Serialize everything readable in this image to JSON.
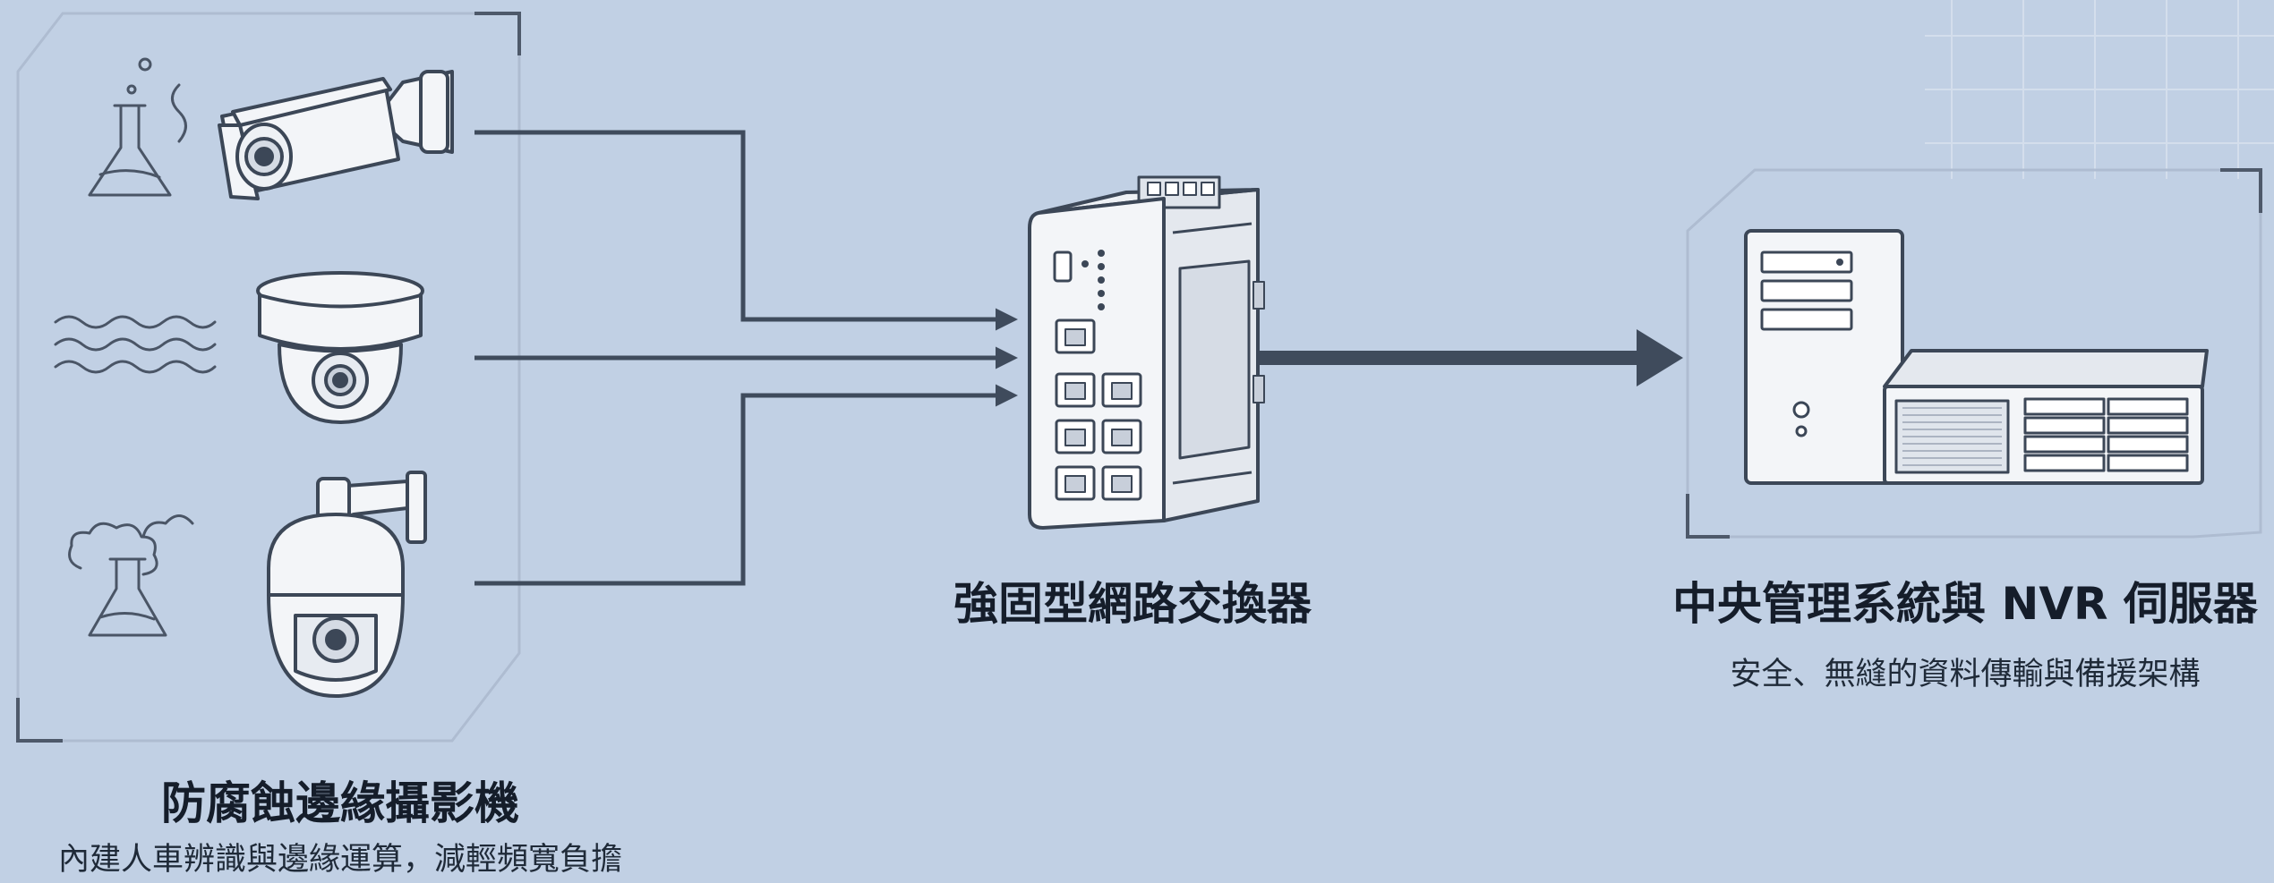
{
  "colors": {
    "background": "#c1d0e4",
    "line": "#3f4b5c",
    "device_fill": "#f3f5f8",
    "bracket": "#4e596a"
  },
  "nodes": {
    "cameras": {
      "title": "防腐蝕邊緣攝影機",
      "subtitle": "內建人車辨識與邊緣運算，減輕頻寬負擔",
      "items": [
        {
          "camera": "bullet-camera",
          "environment": "chemical-flask-icon"
        },
        {
          "camera": "dome-camera",
          "environment": "water-waves-icon"
        },
        {
          "camera": "ptz-camera",
          "environment": "smoke-flask-icon"
        }
      ]
    },
    "switch": {
      "title": "強固型網路交換器"
    },
    "servers": {
      "title": "中央管理系統與 NVR 伺服器",
      "subtitle": "安全、無縫的資料傳輸與備援架構",
      "items": [
        "tower-server",
        "rack-nvr"
      ]
    }
  },
  "connections": [
    {
      "from": "bullet-camera",
      "to": "switch"
    },
    {
      "from": "dome-camera",
      "to": "switch"
    },
    {
      "from": "ptz-camera",
      "to": "switch"
    },
    {
      "from": "switch",
      "to": "servers"
    }
  ]
}
